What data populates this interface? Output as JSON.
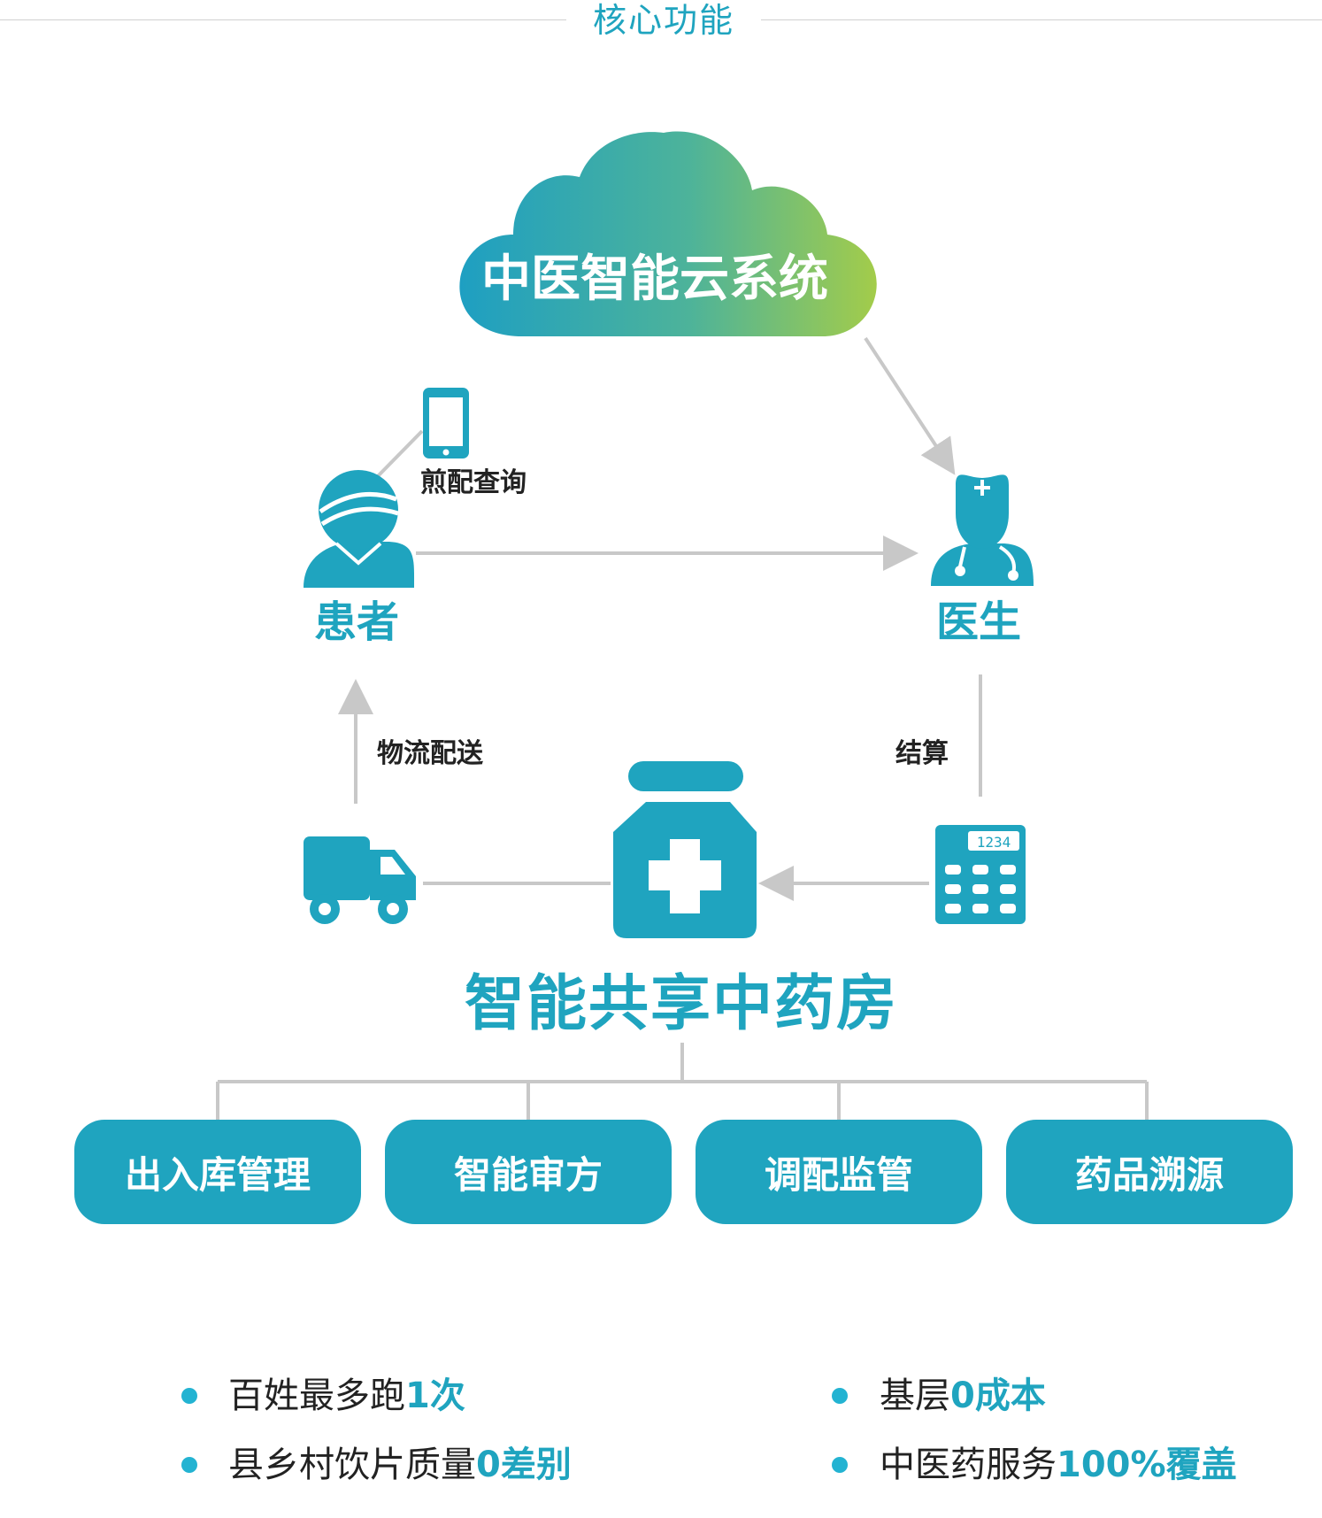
{
  "header": {
    "title": "核心功能"
  },
  "cloud": {
    "title": "中医智能云系统"
  },
  "roles": {
    "patient": "患者",
    "doctor": "医生"
  },
  "edges": {
    "decoction_query": "煎配查询",
    "logistics": "物流配送",
    "settlement": "结算"
  },
  "calculator": {
    "display": "1234"
  },
  "pharmacy": {
    "title": "智能共享中药房"
  },
  "functions": [
    "出入库管理",
    "智能审方",
    "调配监管",
    "药品溯源"
  ],
  "benefits": [
    {
      "text": "百姓最多跑",
      "highlight": "1次"
    },
    {
      "text": "基层",
      "highlight": "0成本"
    },
    {
      "text": "县乡村饮片质量",
      "highlight": "0差别"
    },
    {
      "text": "中医药服务",
      "highlight": "100%覆盖"
    }
  ],
  "colors": {
    "accent": "#1fa4bf",
    "gradient_start": "#1e9fc2",
    "gradient_end": "#a3cc4a",
    "connector": "#c8c8c8"
  },
  "icons": [
    "cloud-icon",
    "phone-icon",
    "patient-icon",
    "doctor-icon",
    "truck-icon",
    "medicine-jar-icon",
    "calculator-icon"
  ]
}
